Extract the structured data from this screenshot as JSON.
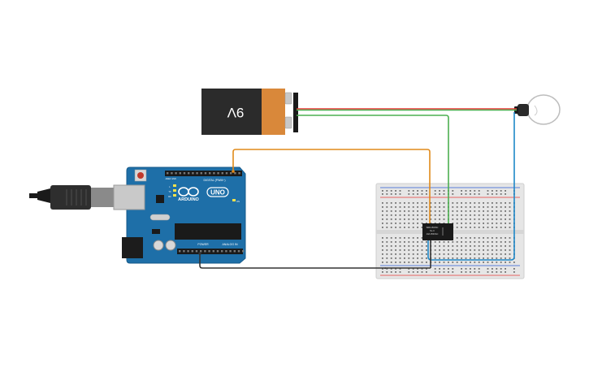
{
  "battery": {
    "label": "9V"
  },
  "arduino": {
    "logo_text": "ARDUINO",
    "model": "UNO",
    "digital_label": "DIGITAL (PWM~)",
    "power_label": "POWER",
    "analog_label": "ANALOG IN",
    "aref_label": "AREF",
    "gnd_label": "GND",
    "tx_label": "TX",
    "rx_label": "RX",
    "led_label": "L",
    "on_label": "ON"
  },
  "relay": {
    "line1": "SRD-05VDC",
    "line2": "SL-C",
    "line3": "10A 250VAC"
  },
  "colors": {
    "wire_orange": "#e08a1a",
    "wire_green": "#4caf50",
    "wire_red": "#e53935",
    "wire_blue": "#1e88c8",
    "wire_black": "#333333",
    "arduino_board": "#1e6fa8",
    "breadboard": "#e4e4e4"
  }
}
